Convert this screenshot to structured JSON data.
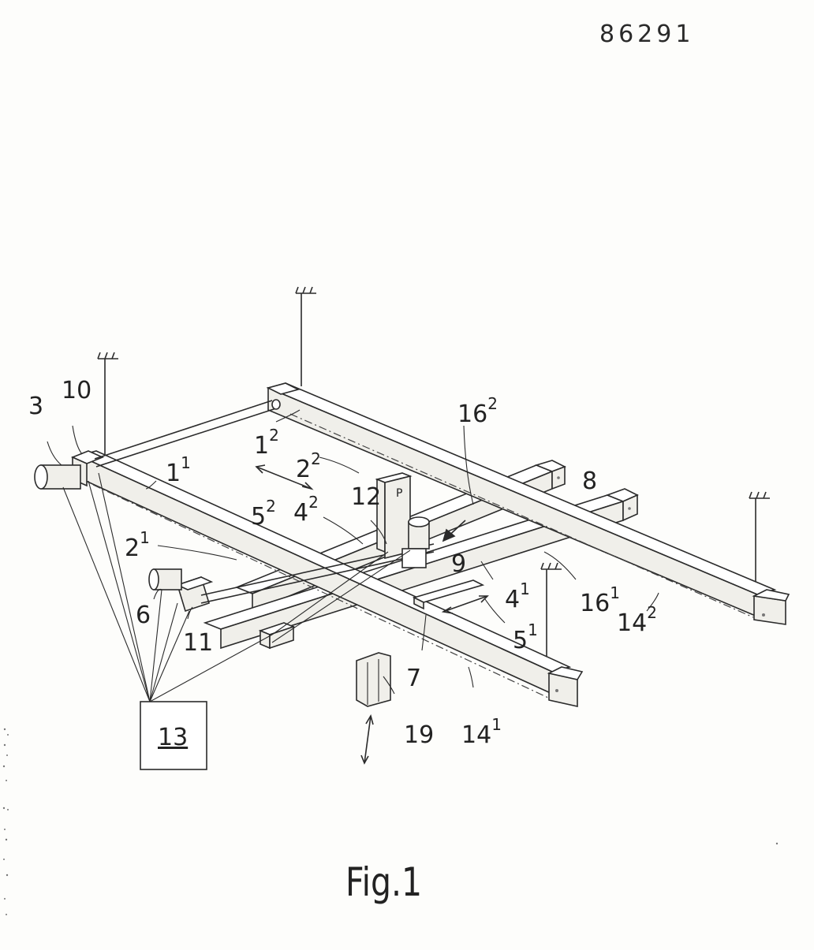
{
  "document": {
    "number": "86291",
    "figure_caption": "Fig.1"
  },
  "labels": {
    "l3": "3",
    "l10": "10",
    "l1_1_base": "1",
    "l1_1_sup": "1",
    "l1_2_base": "1",
    "l1_2_sup": "2",
    "l2_2_base": "2",
    "l2_2_sup": "2",
    "l16_2_base": "16",
    "l16_2_sup": "2",
    "l8": "8",
    "l12": "12",
    "l5_2_base": "5",
    "l5_2_sup": "2",
    "l4_2_base": "4",
    "l4_2_sup": "2",
    "l2_1_base": "2",
    "l2_1_sup": "1",
    "l9": "9",
    "l6": "6",
    "l4_1_base": "4",
    "l4_1_sup": "1",
    "l16_1_base": "16",
    "l16_1_sup": "1",
    "l14_2_base": "14",
    "l14_2_sup": "2",
    "l11": "11",
    "l5_1_base": "5",
    "l5_1_sup": "1",
    "l7": "7",
    "l13": "13",
    "l19": "19",
    "l14_1_base": "14",
    "l14_1_sup": "1"
  }
}
